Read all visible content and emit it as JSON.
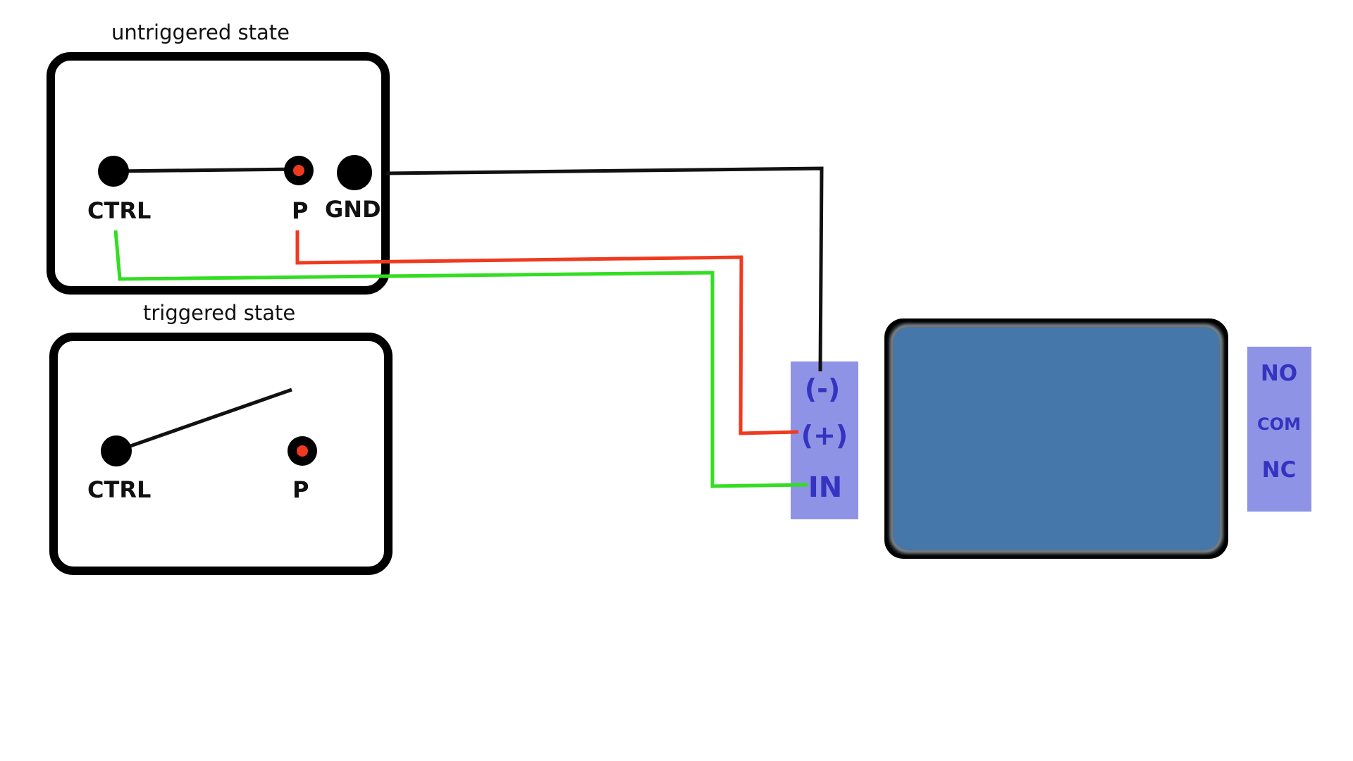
{
  "untriggered": {
    "title": "untriggered state",
    "labels": {
      "ctrl": "CTRL",
      "p": "P",
      "gnd": "GND"
    }
  },
  "triggered": {
    "title": "triggered state",
    "labels": {
      "ctrl": "CTRL",
      "p": "P"
    }
  },
  "input_terminal": {
    "labels": {
      "minus": "(-)",
      "plus": "(+)",
      "in": "IN"
    }
  },
  "output_terminal": {
    "labels": {
      "no": "NO",
      "com": "COM",
      "nc": "NC"
    }
  },
  "colors": {
    "wire_ground": "#111111",
    "wire_power": "#f03a20",
    "wire_signal": "#33dd22",
    "terminal_fill": "#8f93e6",
    "terminal_text": "#3434c0",
    "module_fill": "#4577ab",
    "pin_dot": "#f03a20"
  }
}
